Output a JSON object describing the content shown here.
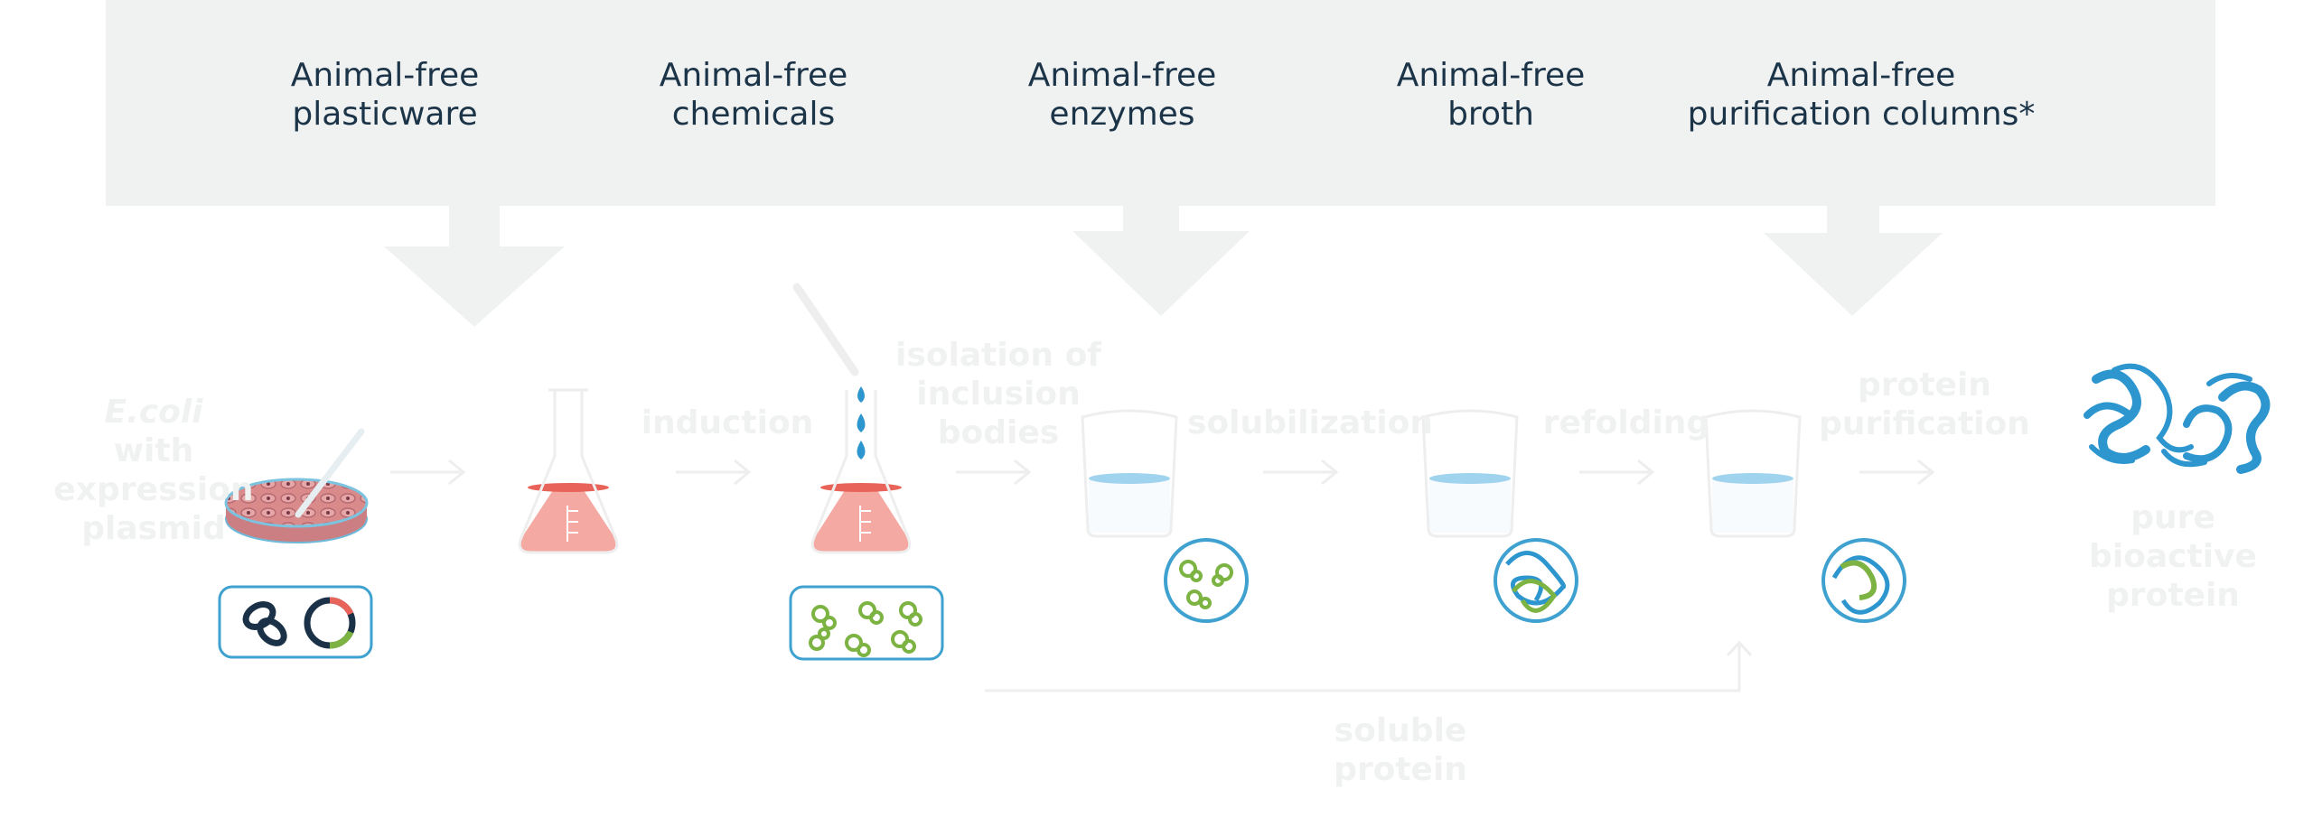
{
  "supplies": [
    {
      "line1": "Animal-free",
      "line2": "plasticware"
    },
    {
      "line1": "Animal-free",
      "line2": "chemicals"
    },
    {
      "line1": "Animal-free",
      "line2": "enzymes"
    },
    {
      "line1": "Animal-free",
      "line2": "broth"
    },
    {
      "line1": "Animal-free",
      "line2": "purification columns*"
    }
  ],
  "steps": {
    "start": {
      "italic": "E.coli",
      "rest": " with",
      "line2": "expression",
      "line3": "plasmid"
    },
    "induction": "induction",
    "isolation": {
      "line1": "isolation of",
      "line2": "inclusion",
      "line3": "bodies"
    },
    "solubilization": "solubilization",
    "refolding": "refolding",
    "purification": {
      "line1": "protein",
      "line2": "purification"
    },
    "soluble": "soluble protein",
    "result": {
      "line1": "pure bioactive",
      "line2": "protein"
    }
  },
  "colors": {
    "banner": "#f0f2f2",
    "heading_text": "#1c3448",
    "faint_text": "#f0f1f1",
    "flask_liquid": "#f4a9a3",
    "liquid_top": "#e8645a",
    "beaker_liquid": "#9fd3ee",
    "circle_border": "#3fa1cf",
    "protein_blue": "#2d96cf",
    "green": "#7cb342",
    "dark_navy": "#1a3147"
  }
}
